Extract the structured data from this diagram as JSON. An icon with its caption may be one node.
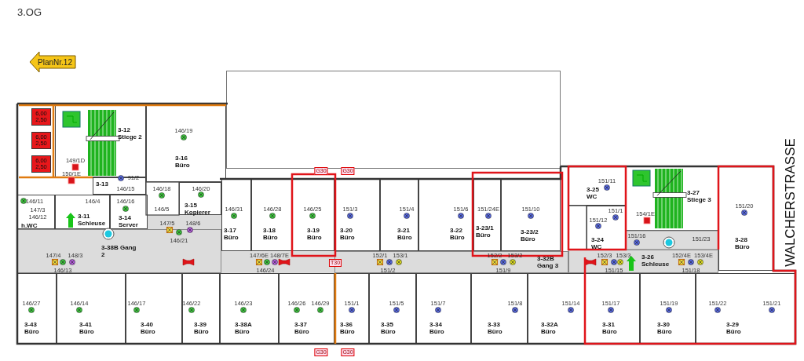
{
  "diagram": {
    "title": "3.OG",
    "nodes": [
      {
        "text": [
          "PlanNr.12"
        ]
      },
      {
        "text": [
          "6,00 2,50"
        ]
      },
      {
        "text": [
          "6,00 2,50"
        ]
      },
      {
        "text": [
          "6,00 2,50"
        ]
      },
      {
        "text": [
          "3-12 Stiege 2"
        ]
      },
      {
        "text": [
          "3-16 Büro"
        ]
      },
      {
        "text": [
          "3-13"
        ]
      },
      {
        "text": [
          "h.WC"
        ]
      },
      {
        "text": [
          "3-11 Schleuse"
        ]
      },
      {
        "text": [
          "3-14 Server"
        ]
      },
      {
        "text": [
          "3-15 Kopierer"
        ]
      },
      {
        "text": [
          "3-38B Gang 2"
        ]
      },
      {
        "text": [
          "3-17 Büro"
        ]
      },
      {
        "text": [
          "3-18 Büro"
        ]
      },
      {
        "text": [
          "3-19 Büro"
        ]
      },
      {
        "text": [
          "3-20 Büro"
        ]
      },
      {
        "text": [
          "3-21 Büro"
        ]
      },
      {
        "text": [
          "3-22 Büro"
        ]
      },
      {
        "text": [
          "3-23/1 Büro"
        ]
      },
      {
        "text": [
          "3-23/2 Büro"
        ]
      },
      {
        "text": [
          "3-25 WC"
        ]
      },
      {
        "text": [
          "3-24 WC"
        ]
      },
      {
        "text": [
          "3-27 Stiege 3"
        ]
      },
      {
        "text": [
          "3-28 Büro"
        ]
      },
      {
        "text": [
          "3-26 Schleuse"
        ]
      },
      {
        "text": [
          "3-32B Gang 3"
        ]
      },
      {
        "text": [
          "3-43 Büro"
        ]
      },
      {
        "text": [
          "3-41 Büro"
        ]
      },
      {
        "text": [
          "3-40 Büro"
        ]
      },
      {
        "text": [
          "3-39 Büro"
        ]
      },
      {
        "text": [
          "3-38A Büro"
        ]
      },
      {
        "text": [
          "3-37 Büro"
        ]
      },
      {
        "text": [
          "3-36 Büro"
        ]
      },
      {
        "text": [
          "3-35 Büro"
        ]
      },
      {
        "text": [
          "3-34 Büro"
        ]
      },
      {
        "text": [
          "3-33 Büro"
        ]
      },
      {
        "text": [
          "3-32A Büro"
        ]
      },
      {
        "text": [
          "3-31 Büro"
        ]
      },
      {
        "text": [
          "3-30 Büro"
        ]
      },
      {
        "text": [
          "3-29 Büro"
        ]
      },
      {
        "text": [],
        "shape": "box"
      }
    ],
    "labels": [
      "G30",
      "G30",
      "149/1D",
      "150/1E",
      "91/2",
      "146/15",
      "146/19",
      "146/18",
      "146/20",
      "146/11",
      "146/4",
      "146/16",
      "147/3",
      "146/5",
      "146/12",
      "147/5",
      "148/6",
      "146/21",
      "147/4",
      "148/3",
      "146/13",
      "146/31",
      "146/28",
      "146/25",
      "151/3",
      "151/4",
      "151/6",
      "151/24E",
      "151/10",
      "151/11",
      "151/12",
      "151/1",
      "154/1E",
      "151/16",
      "151/23",
      "151/20",
      "147/6E",
      "148/7E",
      "146/24",
      "T30",
      "152/1",
      "153/1",
      "151/2",
      "152/2",
      "153/2",
      "151/9",
      "152/3",
      "153/3",
      "151/15",
      "152/4E",
      "153/4E",
      "151/18",
      "146/27",
      "146/14",
      "146/17",
      "146/22",
      "146/23",
      "146/26",
      "146/29",
      "151/1",
      "151/5",
      "151/7",
      "151/8",
      "151/14",
      "151/17",
      "151/19",
      "151/22",
      "151/21",
      "G30",
      "G30",
      "WALCHERSTRASSE"
    ]
  }
}
